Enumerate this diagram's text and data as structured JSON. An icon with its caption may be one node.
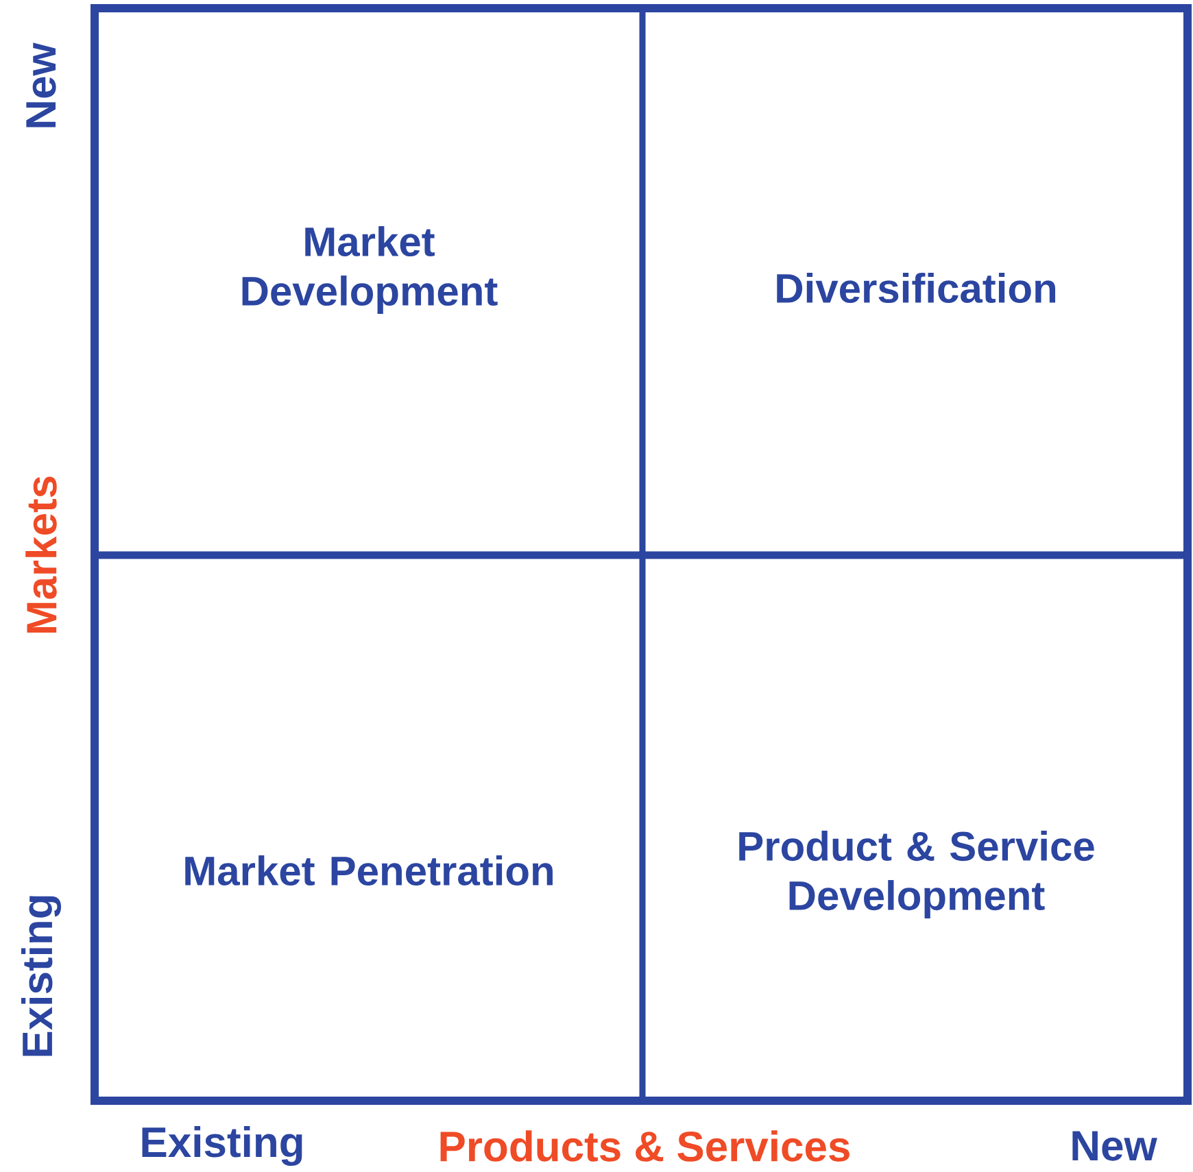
{
  "diagram": {
    "nodes": [
      {
        "text": [
          "Market Development"
        ]
      },
      {
        "text": [
          "Diversification"
        ]
      },
      {
        "text": [
          "Market Penetration"
        ]
      },
      {
        "text": [
          "Product & Service Development"
        ]
      }
    ],
    "labels": [
      "New",
      "Markets",
      "Existing",
      "Existing",
      "Products & Services",
      "New"
    ]
  }
}
